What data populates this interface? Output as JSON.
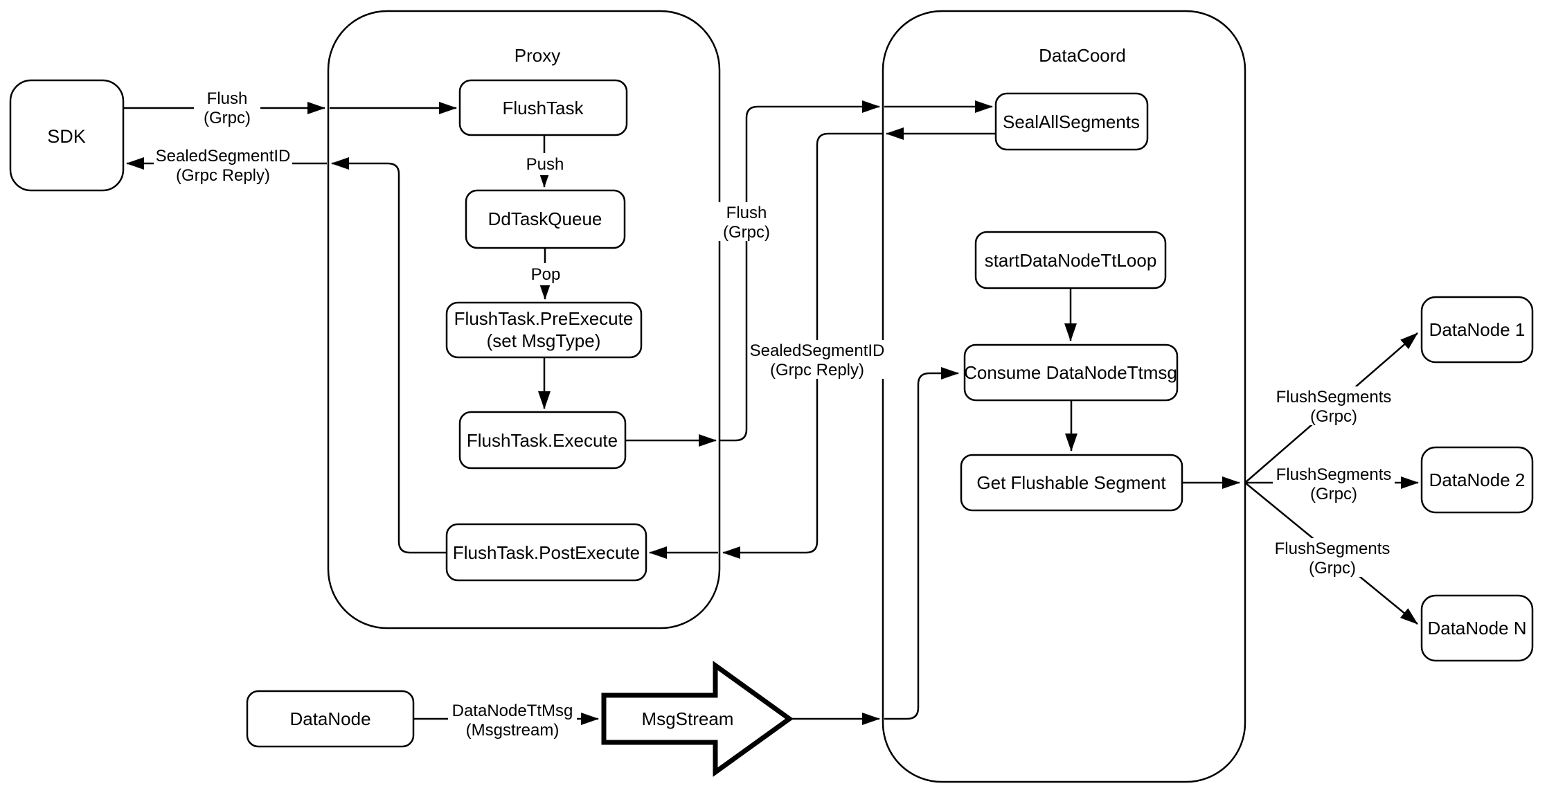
{
  "diagram": {
    "background": "#ffffff",
    "stroke_color": "#000000",
    "fill_color": "#ffffff",
    "containers": {
      "proxy": {
        "title": "Proxy"
      },
      "datacoord": {
        "title": "DataCoord"
      }
    },
    "nodes": {
      "sdk": {
        "label": "SDK"
      },
      "flush_task": {
        "label": "FlushTask"
      },
      "dd_task_queue": {
        "label": "DdTaskQueue"
      },
      "pre_execute": {
        "line1": "FlushTask.PreExecute",
        "line2": "(set MsgType)"
      },
      "execute": {
        "label": "FlushTask.Execute"
      },
      "post_execute": {
        "label": "FlushTask.PostExecute"
      },
      "seal_all_segments": {
        "label": "SealAllSegments"
      },
      "start_data_node_tt_loop": {
        "label": "startDataNodeTtLoop"
      },
      "consume_data_node_ttmsg": {
        "label": "Consume DataNodeTtmsg"
      },
      "get_flushable_segment": {
        "label": "Get Flushable Segment"
      },
      "datanode_1": {
        "label": "DataNode 1"
      },
      "datanode_2": {
        "label": "DataNode 2"
      },
      "datanode_n": {
        "label": "DataNode N"
      },
      "datanode": {
        "label": "DataNode"
      },
      "msgstream": {
        "label": "MsgStream"
      }
    },
    "edges": {
      "sdk_flush": {
        "line1": "Flush",
        "line2": "(Grpc)"
      },
      "sdk_reply": {
        "line1": "SealedSegmentID",
        "line2": "(Grpc Reply)"
      },
      "push": {
        "label": "Push"
      },
      "pop": {
        "label": "Pop"
      },
      "datacoord_flush": {
        "line1": "Flush",
        "line2": "(Grpc)"
      },
      "datacoord_reply": {
        "line1": "SealedSegmentID",
        "line2": "(Grpc Reply)"
      },
      "flush_segments_1": {
        "line1": "FlushSegments",
        "line2": "(Grpc)"
      },
      "flush_segments_2": {
        "line1": "FlushSegments",
        "line2": "(Grpc)"
      },
      "flush_segments_n": {
        "line1": "FlushSegments",
        "line2": "(Grpc)"
      },
      "datanode_ttmsg": {
        "line1": "DataNodeTtMsg",
        "line2": "(Msgstream)"
      }
    }
  }
}
